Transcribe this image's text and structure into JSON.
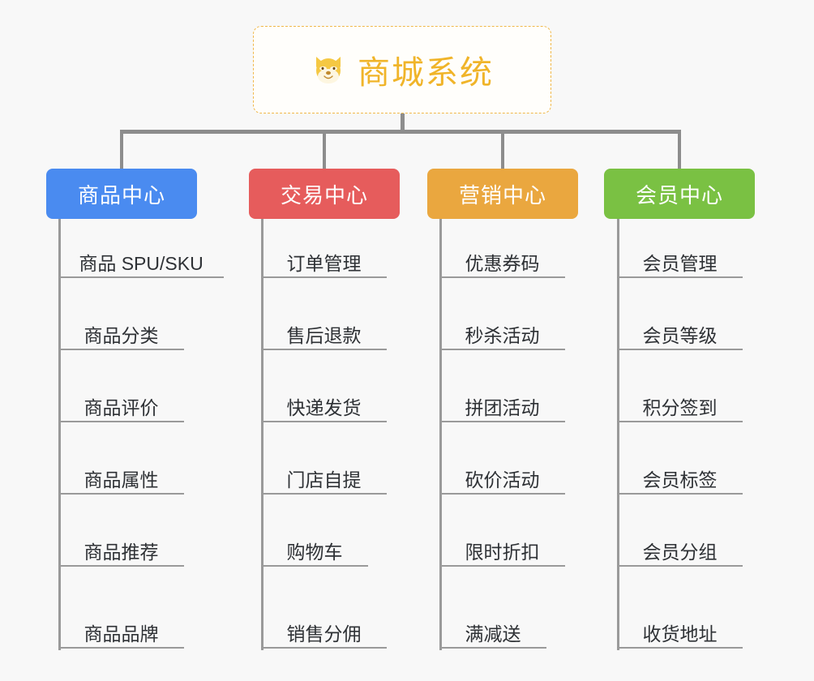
{
  "background_color": "#f8f8f8",
  "root": {
    "title": "商城系统",
    "icon": "dog-face-emoji",
    "text_color": "#f0b429",
    "border_color": "#f0b84a"
  },
  "connector_color": "#8d8d8d",
  "columns": [
    {
      "id": "product-center",
      "title": "商品中心",
      "color": "#4a8bf0",
      "items": [
        "商品 SPU/SKU",
        "商品分类",
        "商品评价",
        "商品属性",
        "商品推荐",
        "商品品牌"
      ]
    },
    {
      "id": "trade-center",
      "title": "交易中心",
      "color": "#e65c5c",
      "items": [
        "订单管理",
        "售后退款",
        "快递发货",
        "门店自提",
        "购物车",
        "销售分佣"
      ]
    },
    {
      "id": "marketing-center",
      "title": "营销中心",
      "color": "#eaa73f",
      "items": [
        "优惠券码",
        "秒杀活动",
        "拼团活动",
        "砍价活动",
        "限时折扣",
        "满减送"
      ]
    },
    {
      "id": "member-center",
      "title": "会员中心",
      "color": "#7ac143",
      "items": [
        "会员管理",
        "会员等级",
        "积分签到",
        "会员标签",
        "会员分组",
        "收货地址"
      ]
    }
  ]
}
